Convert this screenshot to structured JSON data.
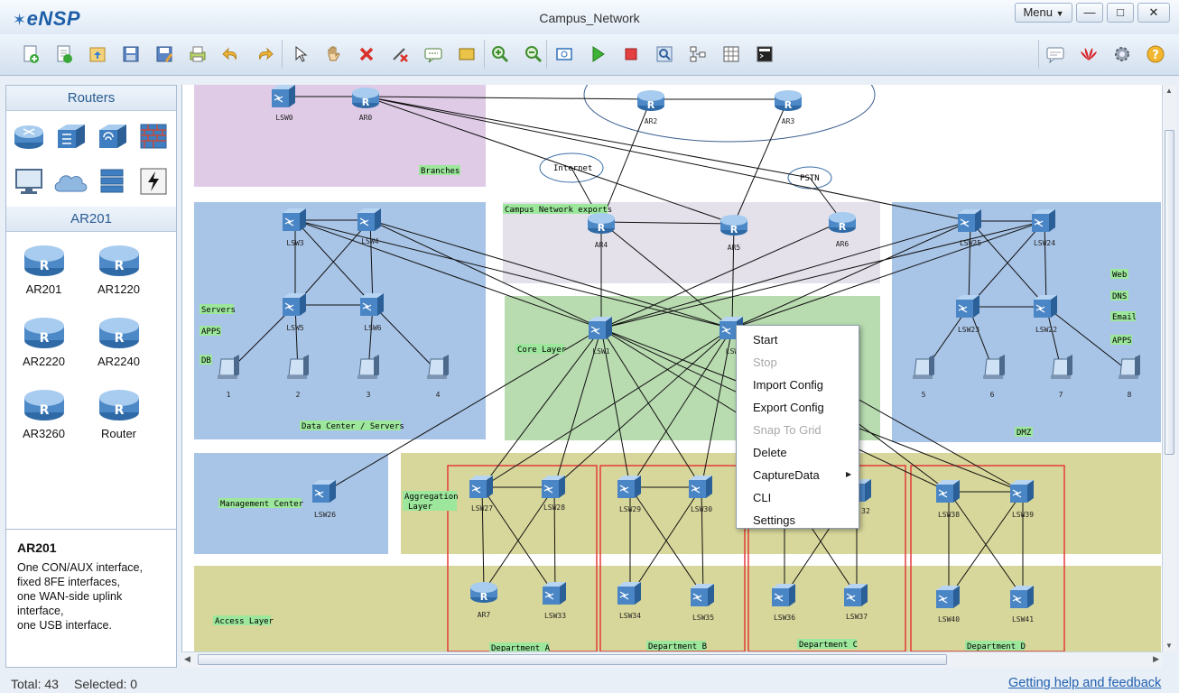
{
  "app": {
    "name": "eNSP",
    "window_title": "Campus_Network",
    "menu_label": "Menu"
  },
  "left_panel": {
    "routers_section": "Routers",
    "model_section": "AR201",
    "devices": [
      "AR201",
      "AR1220",
      "AR2220",
      "AR2240",
      "AR3260",
      "Router"
    ],
    "description": {
      "title": "AR201",
      "lines": [
        "One CON/AUX interface,",
        "fixed 8FE interfaces,",
        "one WAN-side uplink",
        "interface,",
        "one USB interface."
      ]
    }
  },
  "canvas": {
    "zones": {
      "branches": "Branches",
      "internet": "Internet",
      "pstn": "PSTN",
      "exports": "Campus Network exports",
      "servers": "Servers",
      "apps": "APPS",
      "db": "DB",
      "datacenter": "Data Center / Servers",
      "core": "Core Layer",
      "web": "Web",
      "dns": "DNS",
      "email": "Email",
      "apps2": "APPS",
      "dmz": "DMZ",
      "mgmt": "Management Center",
      "aggregation": "Aggregation",
      "aggregation2": "Layer",
      "access": "Access Layer",
      "depta": "Department A",
      "deptb": "Department B",
      "deptc": "Department C",
      "deptd": "Department D"
    },
    "nodes": {
      "lsw0": "LSW0",
      "ar0": "AR0",
      "ar2": "AR2",
      "ar3": "AR3",
      "ar4": "AR4",
      "ar5": "AR5",
      "ar6": "AR6",
      "lsw3": "LSW3",
      "lsw4": "LSW4",
      "lsw5": "LSW5",
      "lsw6": "LSW6",
      "lsw1": "LSW1",
      "lsw2": "LSW",
      "lsw25": "LSW25",
      "lsw24": "LSW24",
      "lsw23": "LSW23",
      "lsw22": "LSW22",
      "lsw26": "LSW26",
      "lsw27": "LSW27",
      "lsw28": "LSW28",
      "lsw29": "LSW29",
      "lsw30": "LSW30",
      "lsw32": "32",
      "lsw38": "LSW38",
      "lsw39": "LSW39",
      "ar7": "AR7",
      "lsw33": "LSW33",
      "lsw34": "LSW34",
      "lsw35": "LSW35",
      "lsw36": "LSW36",
      "lsw37": "LSW37",
      "lsw40": "LSW40",
      "lsw41": "LSW41",
      "pc1": "1",
      "pc2": "2",
      "pc3": "3",
      "pc4": "4",
      "pc5": "5",
      "pc6": "6",
      "pc7": "7",
      "pc8": "8"
    }
  },
  "context_menu": {
    "items": [
      "Start",
      "Stop",
      "Import Config",
      "Export Config",
      "Snap To Grid",
      "Delete",
      "CaptureData",
      "CLI",
      "Settings"
    ]
  },
  "status": {
    "total": "Total: 43",
    "selected": "Selected: 0",
    "help": "Getting help and feedback"
  }
}
